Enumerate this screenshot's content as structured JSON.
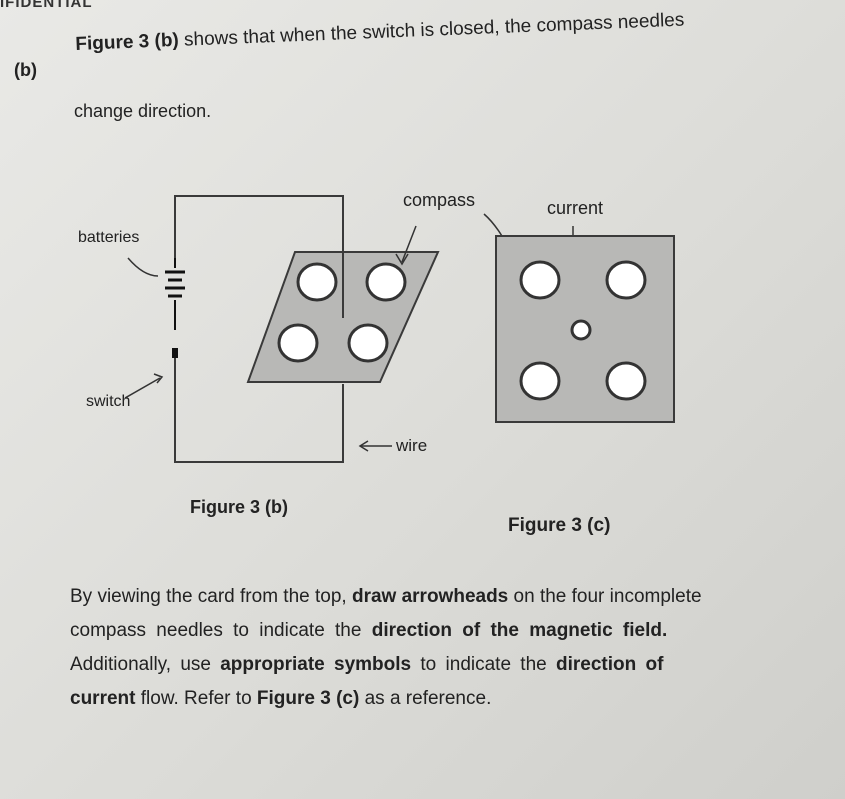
{
  "header": "IFIDENTIAL",
  "question": {
    "label": "(b)",
    "line1_bold": "Figure 3 (b)",
    "line1_rest": " shows that when the switch is closed, the compass needles",
    "line2": "change direction."
  },
  "figure_b": {
    "caption": "Figure 3 (b)",
    "labels": {
      "batteries": "batteries",
      "switch": "switch",
      "compass": "compass",
      "wire": "wire"
    }
  },
  "figure_c": {
    "caption": "Figure 3 (c)",
    "labels": {
      "current": "current"
    }
  },
  "instruction": {
    "l1a": "By viewing the card from the top, ",
    "l1b": "draw arrowheads",
    "l1c": " on the four incomplete",
    "l2a": "compass needles to indicate the ",
    "l2b": "direction of the magnetic field.",
    "l3a": "Additionally, use ",
    "l3b": "appropriate symbols",
    "l3c": " to indicate the ",
    "l3d": "direction of",
    "l4a": "current",
    "l4b": " flow. Refer to ",
    "l4c": "Figure 3 (c)",
    "l4d": " as a reference."
  },
  "colors": {
    "card": "#b8b8b6",
    "line": "#3a3a3a"
  }
}
